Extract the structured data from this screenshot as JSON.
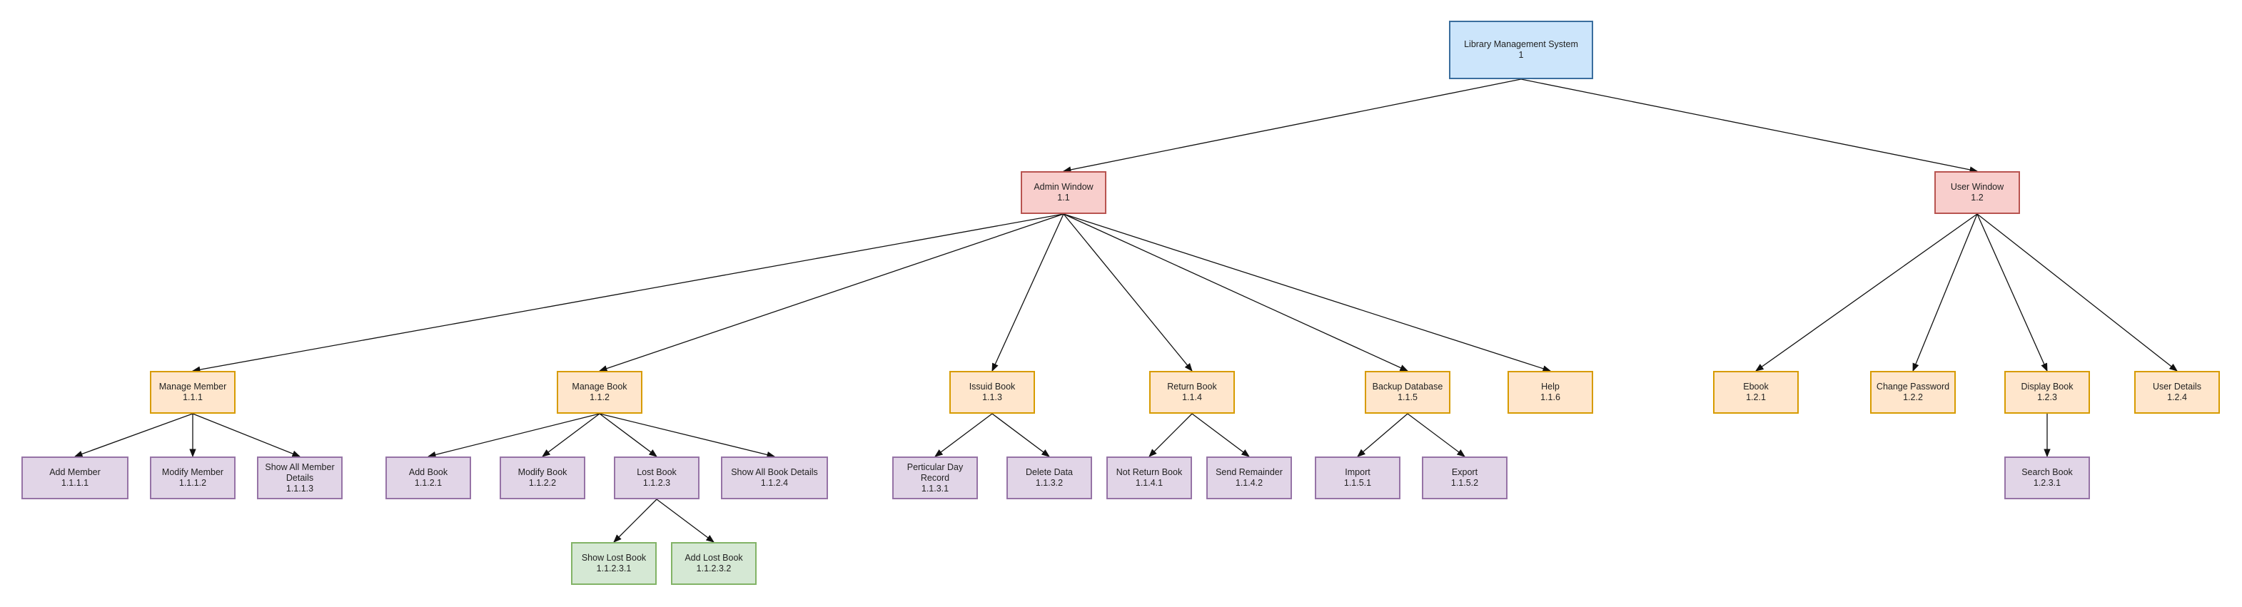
{
  "diagram": {
    "nodes": [
      {
        "id": "n1",
        "label": "Library Management System",
        "code": "1",
        "level": "root"
      },
      {
        "id": "n1_1",
        "label": "Admin Window",
        "code": "1.1",
        "level": "window"
      },
      {
        "id": "n1_2",
        "label": "User Window",
        "code": "1.2",
        "level": "window"
      },
      {
        "id": "n1_1_1",
        "label": "Manage Member",
        "code": "1.1.1",
        "level": "module"
      },
      {
        "id": "n1_1_2",
        "label": "Manage Book",
        "code": "1.1.2",
        "level": "module"
      },
      {
        "id": "n1_1_3",
        "label": "Issuid Book",
        "code": "1.1.3",
        "level": "module"
      },
      {
        "id": "n1_1_4",
        "label": "Return Book",
        "code": "1.1.4",
        "level": "module"
      },
      {
        "id": "n1_1_5",
        "label": "Backup Database",
        "code": "1.1.5",
        "level": "module"
      },
      {
        "id": "n1_1_6",
        "label": "Help",
        "code": "1.1.6",
        "level": "module"
      },
      {
        "id": "n1_2_1",
        "label": "Ebook",
        "code": "1.2.1",
        "level": "module"
      },
      {
        "id": "n1_2_2",
        "label": "Change Password",
        "code": "1.2.2",
        "level": "module"
      },
      {
        "id": "n1_2_3",
        "label": "Display Book",
        "code": "1.2.3",
        "level": "module"
      },
      {
        "id": "n1_2_4",
        "label": "User Details",
        "code": "1.2.4",
        "level": "module"
      },
      {
        "id": "n1_1_1_1",
        "label": "Add Member",
        "code": "1.1.1.1",
        "level": "func"
      },
      {
        "id": "n1_1_1_2",
        "label": "Modify Member",
        "code": "1.1.1.2",
        "level": "func"
      },
      {
        "id": "n1_1_1_3",
        "label": "Show All Member Details",
        "code": "1.1.1.3",
        "level": "func"
      },
      {
        "id": "n1_1_2_1",
        "label": "Add Book",
        "code": "1.1.2.1",
        "level": "func"
      },
      {
        "id": "n1_1_2_2",
        "label": "Modify Book",
        "code": "1.1.2.2",
        "level": "func"
      },
      {
        "id": "n1_1_2_3",
        "label": "Lost Book",
        "code": "1.1.2.3",
        "level": "func"
      },
      {
        "id": "n1_1_2_4",
        "label": "Show All Book Details",
        "code": "1.1.2.4",
        "level": "func"
      },
      {
        "id": "n1_1_3_1",
        "label": "Perticular Day Record",
        "code": "1.1.3.1",
        "level": "func"
      },
      {
        "id": "n1_1_3_2",
        "label": "Delete Data",
        "code": "1.1.3.2",
        "level": "func"
      },
      {
        "id": "n1_1_4_1",
        "label": "Not Return Book",
        "code": "1.1.4.1",
        "level": "func"
      },
      {
        "id": "n1_1_4_2",
        "label": "Send Remainder",
        "code": "1.1.4.2",
        "level": "func"
      },
      {
        "id": "n1_1_5_1",
        "label": "Import",
        "code": "1.1.5.1",
        "level": "func"
      },
      {
        "id": "n1_1_5_2",
        "label": "Export",
        "code": "1.1.5.2",
        "level": "func"
      },
      {
        "id": "n1_2_3_1",
        "label": "Search Book",
        "code": "1.2.3.1",
        "level": "func"
      },
      {
        "id": "n1_1_2_3_1",
        "label": "Show Lost Book",
        "code": "1.1.2.3.1",
        "level": "sub"
      },
      {
        "id": "n1_1_2_3_2",
        "label": "Add Lost Book",
        "code": "1.1.2.3.2",
        "level": "sub"
      }
    ],
    "edges": [
      [
        "n1",
        "n1_1"
      ],
      [
        "n1",
        "n1_2"
      ],
      [
        "n1_1",
        "n1_1_1"
      ],
      [
        "n1_1",
        "n1_1_2"
      ],
      [
        "n1_1",
        "n1_1_3"
      ],
      [
        "n1_1",
        "n1_1_4"
      ],
      [
        "n1_1",
        "n1_1_5"
      ],
      [
        "n1_1",
        "n1_1_6"
      ],
      [
        "n1_2",
        "n1_2_1"
      ],
      [
        "n1_2",
        "n1_2_2"
      ],
      [
        "n1_2",
        "n1_2_3"
      ],
      [
        "n1_2",
        "n1_2_4"
      ],
      [
        "n1_1_1",
        "n1_1_1_1"
      ],
      [
        "n1_1_1",
        "n1_1_1_2"
      ],
      [
        "n1_1_1",
        "n1_1_1_3"
      ],
      [
        "n1_1_2",
        "n1_1_2_1"
      ],
      [
        "n1_1_2",
        "n1_1_2_2"
      ],
      [
        "n1_1_2",
        "n1_1_2_3"
      ],
      [
        "n1_1_2",
        "n1_1_2_4"
      ],
      [
        "n1_1_3",
        "n1_1_3_1"
      ],
      [
        "n1_1_3",
        "n1_1_3_2"
      ],
      [
        "n1_1_4",
        "n1_1_4_1"
      ],
      [
        "n1_1_4",
        "n1_1_4_2"
      ],
      [
        "n1_1_5",
        "n1_1_5_1"
      ],
      [
        "n1_1_5",
        "n1_1_5_2"
      ],
      [
        "n1_2_3",
        "n1_2_3_1"
      ],
      [
        "n1_1_2_3",
        "n1_1_2_3_1"
      ],
      [
        "n1_1_2_3",
        "n1_1_2_3_2"
      ]
    ]
  }
}
